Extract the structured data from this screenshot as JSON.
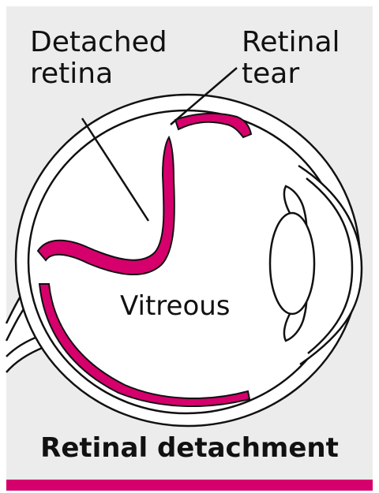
{
  "labels": {
    "detached_retina_line1": "Detached",
    "detached_retina_line2": "retina",
    "retinal_tear_line1": "Retinal",
    "retinal_tear_line2": "tear",
    "vitreous": "Vitreous"
  },
  "title": "Retinal detachment",
  "colors": {
    "background": "#ececec",
    "retina": "#d6006d",
    "accent_bar": "#d6006d",
    "outline": "#111111",
    "eye_fill": "#ffffff"
  }
}
